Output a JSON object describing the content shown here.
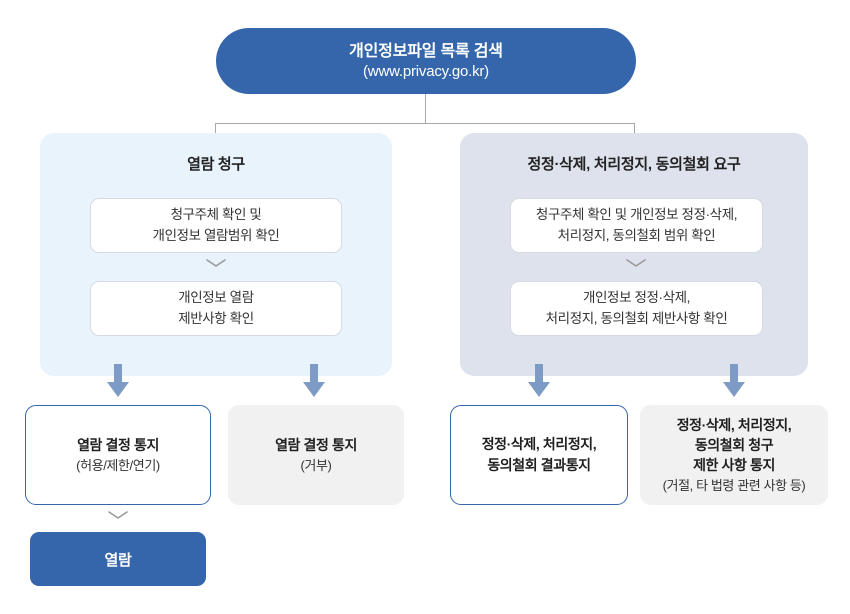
{
  "diagram": {
    "root": {
      "title": "개인정보파일 목록 검색",
      "subtitle": "(www.privacy.go.kr)"
    },
    "branches": [
      {
        "id": "left",
        "title": "열람 청구",
        "steps": [
          {
            "line1": "청구주체 확인 및",
            "line2": "개인정보 열람범위 확인"
          },
          {
            "line1": "개인정보 열람",
            "line2": "제반사항 확인"
          }
        ]
      },
      {
        "id": "right",
        "title": "정정·삭제, 처리정지, 동의철회 요구",
        "steps": [
          {
            "line1": "청구주체 확인 및 개인정보 정정·삭제,",
            "line2": "처리정지, 동의철회 범위 확인"
          },
          {
            "line1": "개인정보 정정·삭제,",
            "line2": "처리정지, 동의철회 제반사항 확인"
          }
        ]
      }
    ],
    "results": [
      {
        "id": "result-permit",
        "style": "outline",
        "main_line1": "열람 결정 통지",
        "main_line2": "",
        "main_line3": "",
        "sub": "(허용/제한/연기)"
      },
      {
        "id": "result-refuse",
        "style": "filled",
        "main_line1": "열람 결정 통지",
        "main_line2": "",
        "main_line3": "",
        "sub": "(거부)"
      },
      {
        "id": "result-correction-notice",
        "style": "outline",
        "main_line1": "정정·삭제, 처리정지,",
        "main_line2": "동의철회 결과통지",
        "main_line3": "",
        "sub": ""
      },
      {
        "id": "result-correction-limit",
        "style": "filled",
        "main_line1": "정정·삭제, 처리정지,",
        "main_line2": "동의철회 청구",
        "main_line3": "제한 사항 통지",
        "sub": "(거절, 타 법령 관련 사항 등)"
      }
    ],
    "final": {
      "label": "열람"
    },
    "colors": {
      "brand_blue": "#3566ab",
      "panel_left_bg": "#e9f3fc",
      "panel_right_bg": "#dde2ed",
      "result_filled_bg": "#f1f1f1",
      "arrow_blue": "#7e9bc6",
      "connector_gray": "#a8a8a8",
      "chevron_gray": "#9a9a9a"
    }
  }
}
